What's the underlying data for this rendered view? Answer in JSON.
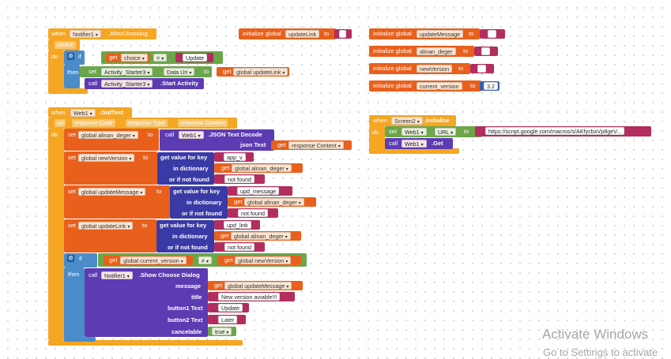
{
  "notifier_event": {
    "when": "when",
    "component": "Notifier1",
    "event": ".AfterChoosing",
    "param": "choice",
    "do": "do",
    "if": "if",
    "then": "then",
    "get": "get",
    "get_var": "choice",
    "op": "=",
    "compare_value": "Update",
    "set": "set",
    "set_component": "Activity_Starter3",
    "set_property": "Data Uri",
    "to": "to",
    "get_global": "global updateLink",
    "call": "call",
    "call_component": "Activity_Starter3",
    "call_method": ".Start Activity"
  },
  "globals": [
    {
      "label": "initialize global",
      "name": "updateLink",
      "to": "to"
    },
    {
      "label": "initialize global",
      "name": "updateMessage",
      "to": "to"
    },
    {
      "label": "initialize global",
      "name": "alinan_deger",
      "to": "to"
    },
    {
      "label": "initialize global",
      "name": "newVersion",
      "to": "to"
    },
    {
      "label": "initialize global",
      "name": "current_version",
      "to": "to",
      "value": "3.2"
    }
  ],
  "screen_event": {
    "when": "when",
    "component": "Screen2",
    "event": ".Initialize",
    "do": "do",
    "set": "set",
    "set_component": "Web1",
    "set_property": "URL",
    "to": "to",
    "url_value": "https://script.google.com/macros/s/AKfycbxVp8geV...",
    "call": "call",
    "call_component": "Web1",
    "call_method": ".Get"
  },
  "web_event": {
    "when": "when",
    "component": "Web1",
    "event": ".GotText",
    "params": [
      "url",
      "response Code",
      "response Type",
      "response Content"
    ],
    "do": "do",
    "set": "set",
    "to": "to",
    "get": "get",
    "call": "call",
    "set1_var": "global alinan_deger",
    "json_component": "Web1",
    "json_method": ".JSON Text Decode",
    "json_text_label": "json Text",
    "json_get": "response Content",
    "set2_var": "global newVersion",
    "gv_label": "get value for key",
    "in_dict": "in dictionary",
    "not_found_label": "or if not found",
    "key1": "app_v",
    "dict_var": "global alinan_deger",
    "not_found": "not found",
    "set3_var": "global updateMessage",
    "key2": "upd_message",
    "set4_var": "global updateLink",
    "key3": "upd_link",
    "if": "if",
    "then": "then",
    "cmp_left": "global current_version",
    "cmp_op": "≠",
    "cmp_right": "global newVersion",
    "dialog_component": "Notifier1",
    "dialog_method": ".Show Choose Dialog",
    "message_label": "message",
    "message_var": "global updateMessage",
    "title_label": "title",
    "title_value": "New version aviable!!!",
    "button1_label": "button1 Text",
    "button1_value": "Update",
    "button2_label": "button2 Text",
    "button2_value": "Later",
    "cancelable_label": "cancelable",
    "cancelable_value": "true"
  },
  "watermark": {
    "title": "Activate Windows",
    "subtitle": "Go to Settings to activate"
  }
}
